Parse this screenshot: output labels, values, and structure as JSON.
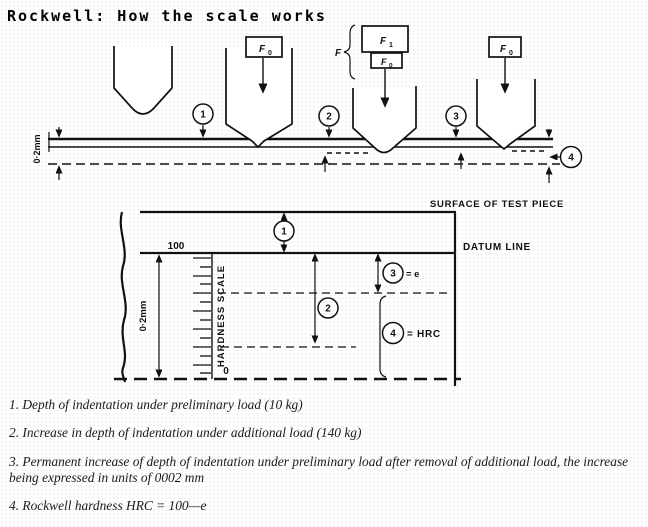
{
  "title": "Rockwell: How the scale works",
  "upper_diagram": {
    "loads": {
      "main": "F",
      "sub0": "0",
      "sub1": "1",
      "brace": "F"
    },
    "depth_label": "0·2mm",
    "markers": {
      "m1": "1",
      "m2": "2",
      "m3": "3",
      "m4": "4"
    }
  },
  "lower_diagram": {
    "surface_label": "SURFACE OF TEST PIECE",
    "datum_label": "DATUM LINE",
    "scale_max": "100",
    "scale_min": "0",
    "depth_label": "0·2mm",
    "scale_label": "HARDNESS SCALE",
    "markers": {
      "m1": "1",
      "m2": "2",
      "m3": "3",
      "m4": "4"
    },
    "m3_equals": "= e",
    "m4_equals": "= HRC"
  },
  "notes": [
    "1. Depth of indentation under preliminary load (10 kg)",
    "2. Increase in depth of indentation under additional load (140 kg)",
    "3. Permanent increase of depth of indentation under preliminary load after removal of  additional load, the increase being expressed in units of 0002 mm",
    "4. Rockwell hardness HRC = 100—e"
  ],
  "colors": {
    "ink": "#111111",
    "paper": "#ffffff"
  }
}
